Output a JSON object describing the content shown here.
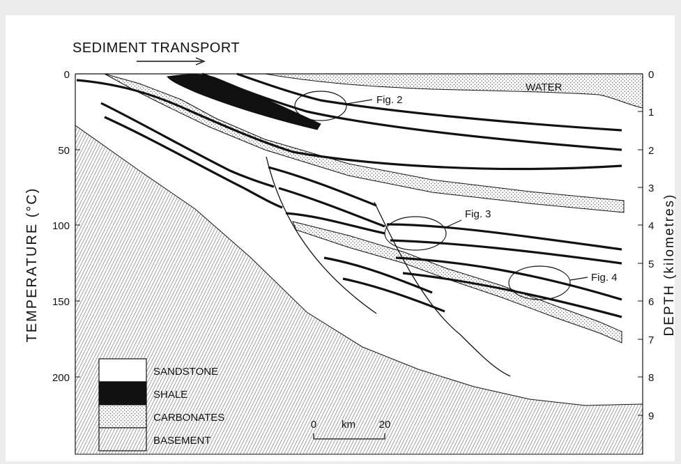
{
  "header": {
    "sediment_transport": "SEDIMENT TRANSPORT"
  },
  "axes": {
    "left_label": "TEMPERATURE (°C)",
    "right_label": "DEPTH (kilometres)",
    "left_ticks": [
      "0",
      "50",
      "100",
      "150",
      "200"
    ],
    "right_ticks": [
      "0",
      "1",
      "2",
      "3",
      "4",
      "5",
      "6",
      "7",
      "8",
      "9"
    ]
  },
  "labels": {
    "water": "WATER",
    "fig2": "Fig. 2",
    "fig3": "Fig. 3",
    "fig4": "Fig. 4"
  },
  "legend": {
    "sandstone": "SANDSTONE",
    "shale": "SHALE",
    "carbonates": "CARBONATES",
    "basement": "BASEMENT"
  },
  "scale_bar": {
    "start": "0",
    "unit": "km",
    "end": "20"
  },
  "colors": {
    "ink": "#111111",
    "background": "#ececec",
    "panel": "#ffffff"
  }
}
